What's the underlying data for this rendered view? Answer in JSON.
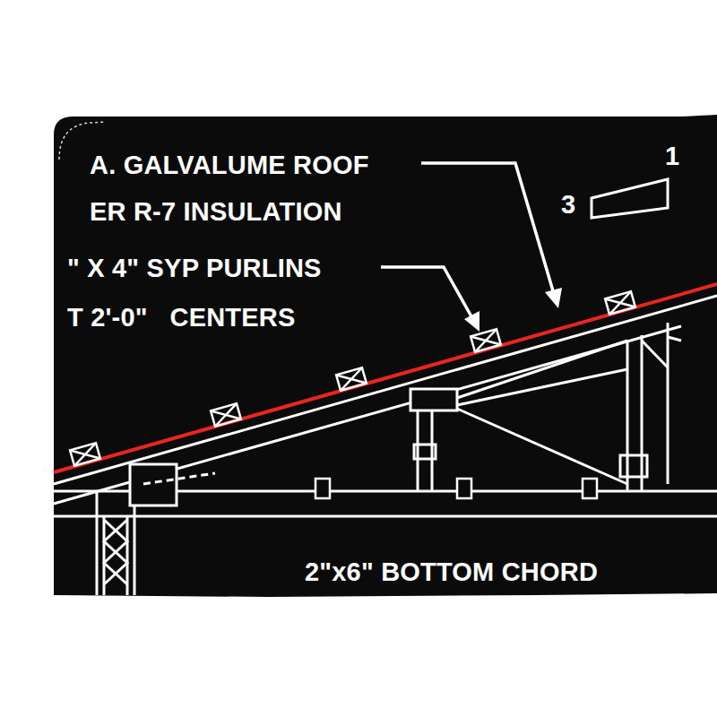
{
  "diagram": {
    "labels": [
      "A. GALVALUME ROOF",
      "1",
      "ER R-7 INSULATION",
      "3",
      "\" X 4\" SYP PURLINS",
      "T 2'-0\"   CENTERS",
      "2\"x6\" BOTTOM CHORD"
    ]
  }
}
